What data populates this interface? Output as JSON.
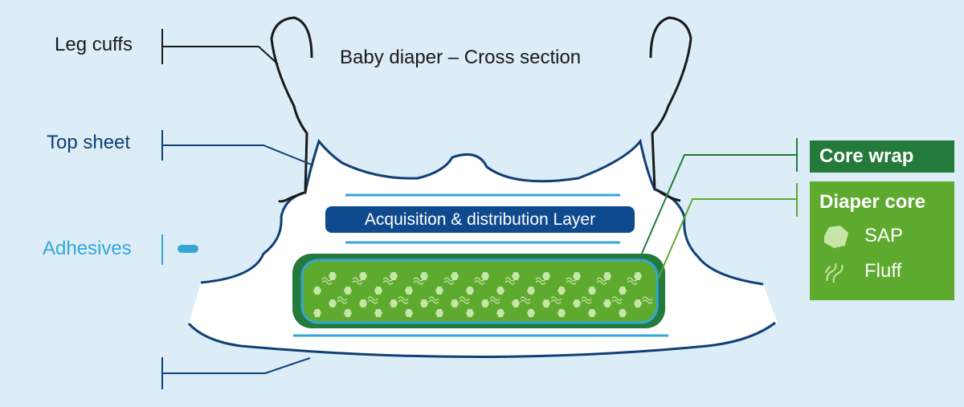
{
  "title": "Baby diaper – Cross section",
  "labels": {
    "leg_cuffs": "Leg cuffs",
    "top_sheet": "Top sheet",
    "adhesives": "Adhesives",
    "adl": "Acquisition & distribution Layer"
  },
  "legend": {
    "core_wrap": "Core wrap",
    "diaper_core": "Diaper core",
    "sap": "SAP",
    "fluff": "Fluff"
  },
  "colors": {
    "background": "#dcedf8",
    "navy": "#0f3f75",
    "adhesive_blue": "#35a6d6",
    "core_wrap_green": "#247a3a",
    "core_green": "#5eaa2f",
    "sap_particle": "#c6e6a8"
  },
  "icons": [
    "sap-particle-icon",
    "fluff-fiber-icon"
  ]
}
